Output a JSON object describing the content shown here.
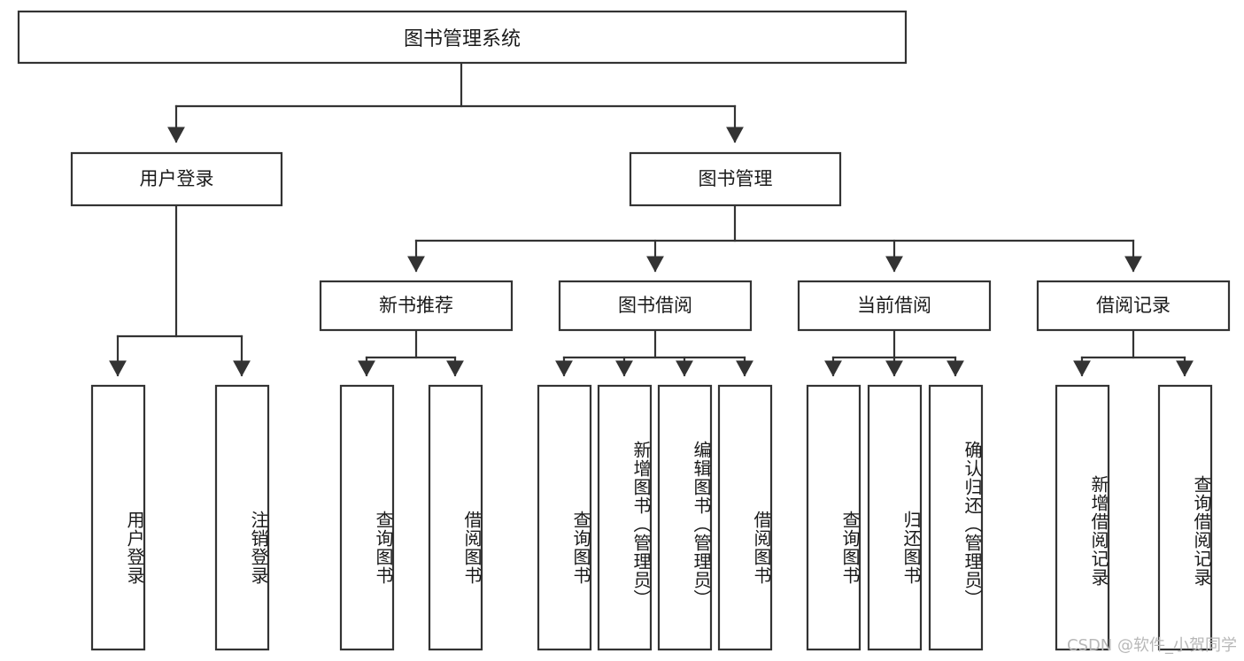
{
  "diagram": {
    "type": "tree-hierarchy-chart",
    "title": "图书管理系统",
    "colors": {
      "box_stroke": "#333333",
      "box_fill": "#ffffff",
      "connector": "#333333",
      "text": "#1a1a1a",
      "background": "#ffffff",
      "watermark": "#b8b8b8"
    },
    "root": {
      "label": "图书管理系统"
    },
    "level1": [
      {
        "label": "用户登录"
      },
      {
        "label": "图书管理"
      }
    ],
    "level2": [
      {
        "label": "新书推荐"
      },
      {
        "label": "图书借阅"
      },
      {
        "label": "当前借阅"
      },
      {
        "label": "借阅记录"
      }
    ],
    "leaves": {
      "user_login": [
        {
          "label": "用户登录"
        },
        {
          "label": "注销登录"
        }
      ],
      "new_book_recommend": [
        {
          "label": "查询图书"
        },
        {
          "label": "借阅图书"
        }
      ],
      "book_borrow": [
        {
          "label": "查询图书"
        },
        {
          "label": "新增图书（管理员）"
        },
        {
          "label": "编辑图书（管理员）"
        },
        {
          "label": "借阅图书"
        }
      ],
      "current_borrow": [
        {
          "label": "查询图书"
        },
        {
          "label": "归还图书"
        },
        {
          "label": "确认归还（管理员）"
        }
      ],
      "borrow_record": [
        {
          "label": "新增借阅记录"
        },
        {
          "label": "查询借阅记录"
        }
      ]
    }
  },
  "watermark": {
    "text": "CSDN @软件_小贺同学"
  }
}
